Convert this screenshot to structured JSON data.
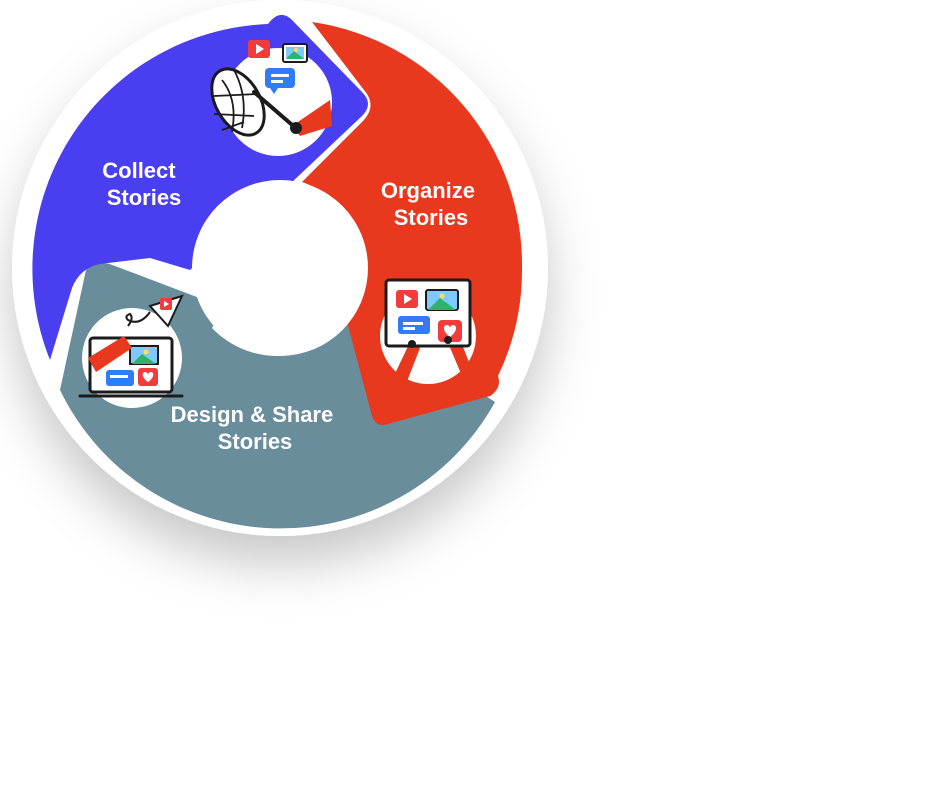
{
  "diagram": {
    "steps": [
      {
        "id": "collect",
        "label_line1": "Collect",
        "label_line2": "Stories",
        "color": "#4a3ff0"
      },
      {
        "id": "organize",
        "label_line1": "Organize",
        "label_line2": "Stories",
        "color": "#e8381d"
      },
      {
        "id": "design",
        "label_line1": "Design & Share",
        "label_line2": "Stories",
        "color": "#6a8d9c"
      }
    ],
    "ring_shadow_color": "#ffffff",
    "icon_colors": {
      "red": "#f23c3c",
      "blue": "#2f7cf6",
      "green": "#2db36b",
      "dark": "#1b1b1b"
    }
  }
}
